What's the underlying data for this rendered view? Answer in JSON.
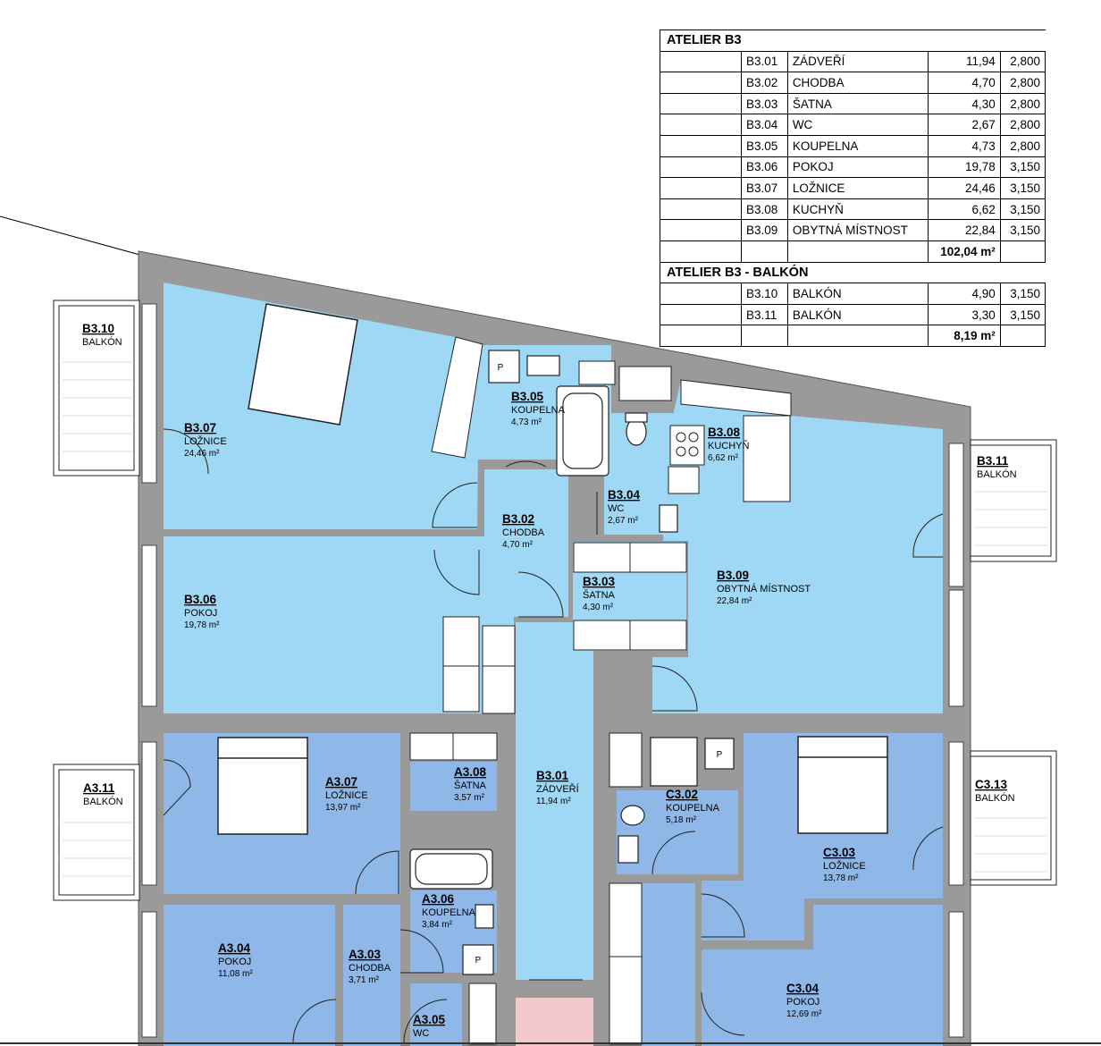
{
  "tables": [
    {
      "title": "ATELIER B3",
      "rows": [
        {
          "code": "B3.01",
          "name": "ZÁDVEŘÍ",
          "area": "11,94",
          "height": "2,800"
        },
        {
          "code": "B3.02",
          "name": "CHODBA",
          "area": "4,70",
          "height": "2,800"
        },
        {
          "code": "B3.03",
          "name": "ŠATNA",
          "area": "4,30",
          "height": "2,800"
        },
        {
          "code": "B3.04",
          "name": "WC",
          "area": "2,67",
          "height": "2,800"
        },
        {
          "code": "B3.05",
          "name": "KOUPELNA",
          "area": "4,73",
          "height": "2,800"
        },
        {
          "code": "B3.06",
          "name": "POKOJ",
          "area": "19,78",
          "height": "3,150"
        },
        {
          "code": "B3.07",
          "name": "LOŽNICE",
          "area": "24,46",
          "height": "3,150"
        },
        {
          "code": "B3.08",
          "name": "KUCHYŇ",
          "area": "6,62",
          "height": "3,150"
        },
        {
          "code": "B3.09",
          "name": "OBYTNÁ MÍSTNOST",
          "area": "22,84",
          "height": "3,150"
        }
      ],
      "total": "102,04 m²"
    },
    {
      "title": "ATELIER B3 - BALKÓN",
      "rows": [
        {
          "code": "B3.10",
          "name": "BALKÓN",
          "area": "4,90",
          "height": "3,150"
        },
        {
          "code": "B3.11",
          "name": "BALKÓN",
          "area": "3,30",
          "height": "3,150"
        }
      ],
      "total": "8,19 m²"
    }
  ],
  "rooms": [
    {
      "code": "B3.10",
      "name": "BALKÓN",
      "area": ""
    },
    {
      "code": "B3.07",
      "name": "LOŽNICE",
      "area": "24,46 m²"
    },
    {
      "code": "B3.05",
      "name": "KOUPELNA",
      "area": "4,73 m²"
    },
    {
      "code": "B3.08",
      "name": "KUCHYŇ",
      "area": "6,62 m²"
    },
    {
      "code": "B3.11",
      "name": "BALKÓN",
      "area": ""
    },
    {
      "code": "B3.04",
      "name": "WC",
      "area": "2,67 m²"
    },
    {
      "code": "B3.02",
      "name": "CHODBA",
      "area": "4,70 m²"
    },
    {
      "code": "B3.03",
      "name": "ŠATNA",
      "area": "4,30 m²"
    },
    {
      "code": "B3.09",
      "name": "OBYTNÁ MÍSTNOST",
      "area": "22,84 m²"
    },
    {
      "code": "B3.06",
      "name": "POKOJ",
      "area": "19,78 m²"
    },
    {
      "code": "A3.11",
      "name": "BALKÓN",
      "area": ""
    },
    {
      "code": "A3.07",
      "name": "LOŽNICE",
      "area": "13,97 m²"
    },
    {
      "code": "A3.08",
      "name": "ŠATNA",
      "area": "3,57 m²"
    },
    {
      "code": "B3.01",
      "name": "ZÁDVEŘÍ",
      "area": "11,94 m²"
    },
    {
      "code": "C3.02",
      "name": "KOUPELNA",
      "area": "5,18 m²"
    },
    {
      "code": "C3.13",
      "name": "BALKÓN",
      "area": ""
    },
    {
      "code": "C3.03",
      "name": "LOŽNICE",
      "area": "13,78 m²"
    },
    {
      "code": "A3.06",
      "name": "KOUPELNA",
      "area": "3,84 m²"
    },
    {
      "code": "A3.04",
      "name": "POKOJ",
      "area": "11,08 m²"
    },
    {
      "code": "A3.03",
      "name": "CHODBA",
      "area": "3,71 m²"
    },
    {
      "code": "C3.04",
      "name": "POKOJ",
      "area": "12,69 m²"
    },
    {
      "code": "A3.05",
      "name": "WC",
      "area": ""
    }
  ],
  "fixture_labels": {
    "wc_box": "P"
  },
  "colors": {
    "wall": "#9a9a9a",
    "room_b": "#9fd8f4",
    "room_ac": "#8fb8e8",
    "entrance": "#f4c9cc"
  }
}
